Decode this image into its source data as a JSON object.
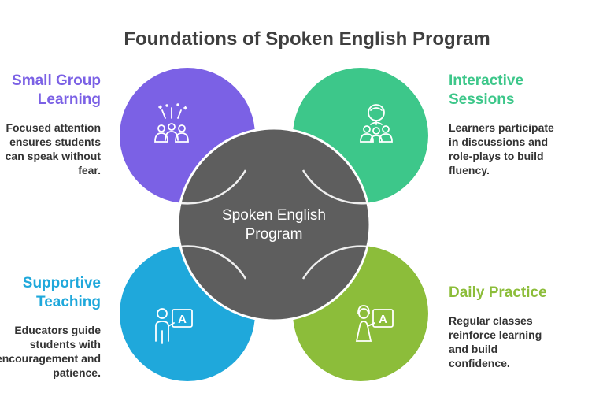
{
  "title": "Foundations of Spoken English Program",
  "center": {
    "line1": "Spoken English",
    "line2": "Program"
  },
  "quadrants": [
    {
      "id": "small-group-learning",
      "color": "#7b61e5",
      "heading": [
        "Small Group",
        "Learning"
      ],
      "description": [
        "Focused attention",
        "ensures students",
        "can speak without",
        "fear."
      ],
      "icon": "group-celebration-icon"
    },
    {
      "id": "interactive-sessions",
      "color": "#3dc78a",
      "heading": [
        "Interactive",
        "Sessions"
      ],
      "description": [
        "Learners participate",
        "in discussions and",
        "role-plays to build",
        "fluency."
      ],
      "icon": "group-discussion-icon"
    },
    {
      "id": "supportive-teaching",
      "color": "#1fa8db",
      "heading": [
        "Supportive",
        "Teaching"
      ],
      "description": [
        "Educators guide",
        "students with",
        "encouragement and",
        "patience."
      ],
      "icon": "teacher-board-icon",
      "board_letter": "A"
    },
    {
      "id": "daily-practice",
      "color": "#8cbd3a",
      "heading": [
        "Daily Practice"
      ],
      "description": [
        "Regular classes",
        "reinforce learning",
        "and build",
        "confidence."
      ],
      "icon": "student-board-icon",
      "board_letter": "A"
    }
  ],
  "colors": {
    "center": "#5e5e5e",
    "title": "#3f3f3f",
    "text": "#333333"
  }
}
